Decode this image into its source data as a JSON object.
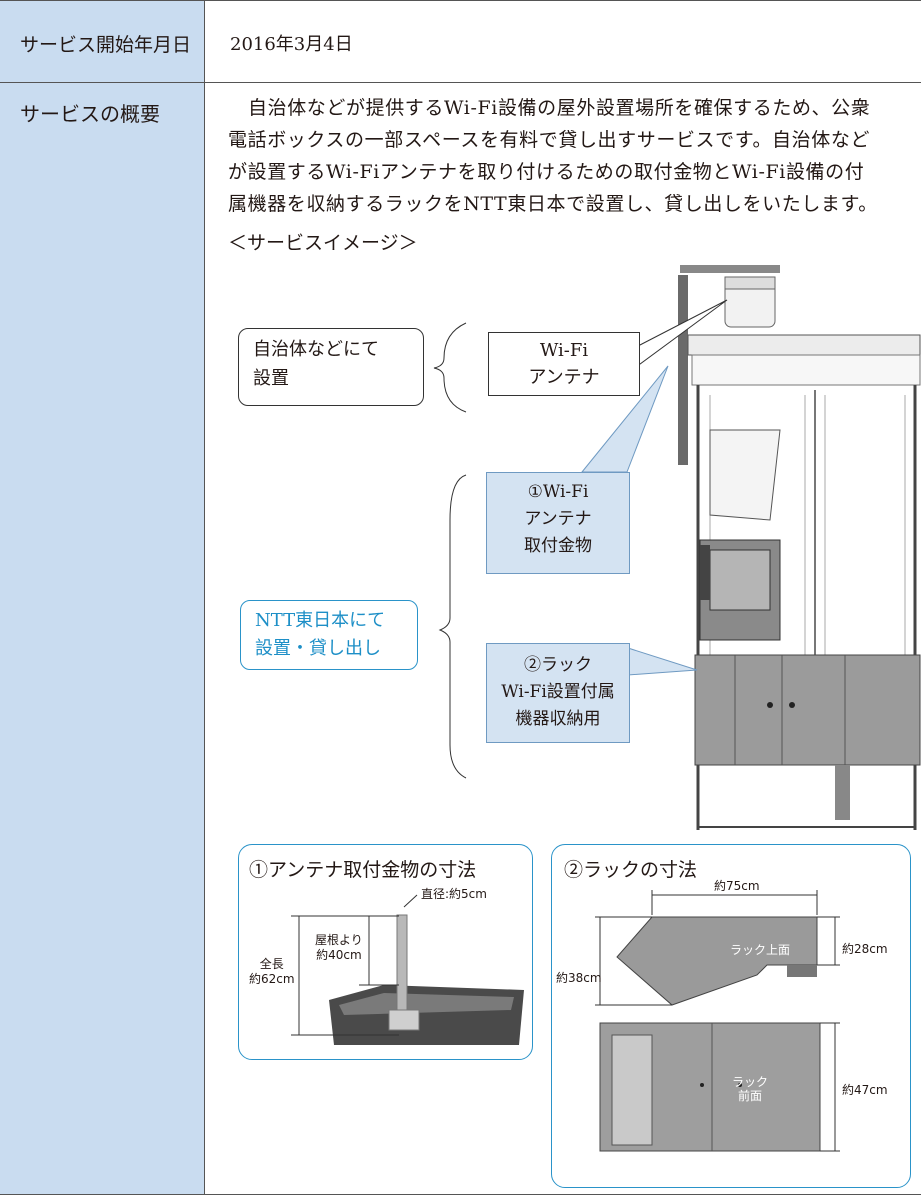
{
  "service_start": {
    "label": "サービス開始年月日",
    "value": "2016年3月4日"
  },
  "service_overview": {
    "label": "サービスの概要",
    "paragraph_lines": [
      "自治体などが提供するWi-Fi設備の屋外設置場所を確保するため、公衆",
      "電話ボックスの一部スペースを有料で貸し出すサービスです。自治体など",
      "が設置するWi-Fiアンテナを取り付けるための取付金物とWi-Fi設備の付",
      "属機器を収納するラックをNTT東日本で設置し、貸し出しをいたします。"
    ],
    "image_heading": "＜サービスイメージ＞"
  },
  "diagram": {
    "municipality_bubble": [
      "自治体などにて",
      "設置"
    ],
    "antenna_label": [
      "Wi-Fi",
      "アンテナ"
    ],
    "bracket_label": [
      "①Wi-Fi",
      "アンテナ",
      "取付金物"
    ],
    "ntt_bubble": [
      "NTT東日本にて",
      "設置・貸し出し"
    ],
    "rack_label": [
      "②ラック",
      "Wi-Fi設置付属",
      "機器収納用"
    ],
    "colors": {
      "blue_text": "#1d8fc7",
      "blue_fill": "#d4e3f2",
      "label_column": "#c9dcf0"
    }
  },
  "panel_bracket": {
    "title": "①アンテナ取付金物の寸法",
    "diameter": "直径:約5cm",
    "from_roof": [
      "屋根より",
      "約40cm"
    ],
    "total_length": [
      "全長",
      "約62cm"
    ]
  },
  "panel_rack": {
    "title": "②ラックの寸法",
    "width": "約75cm",
    "depth_left": "約38cm",
    "depth_right": "約28cm",
    "top_label": "ラック上面",
    "front_label": [
      "ラック",
      "前面"
    ],
    "height": "約47cm"
  }
}
